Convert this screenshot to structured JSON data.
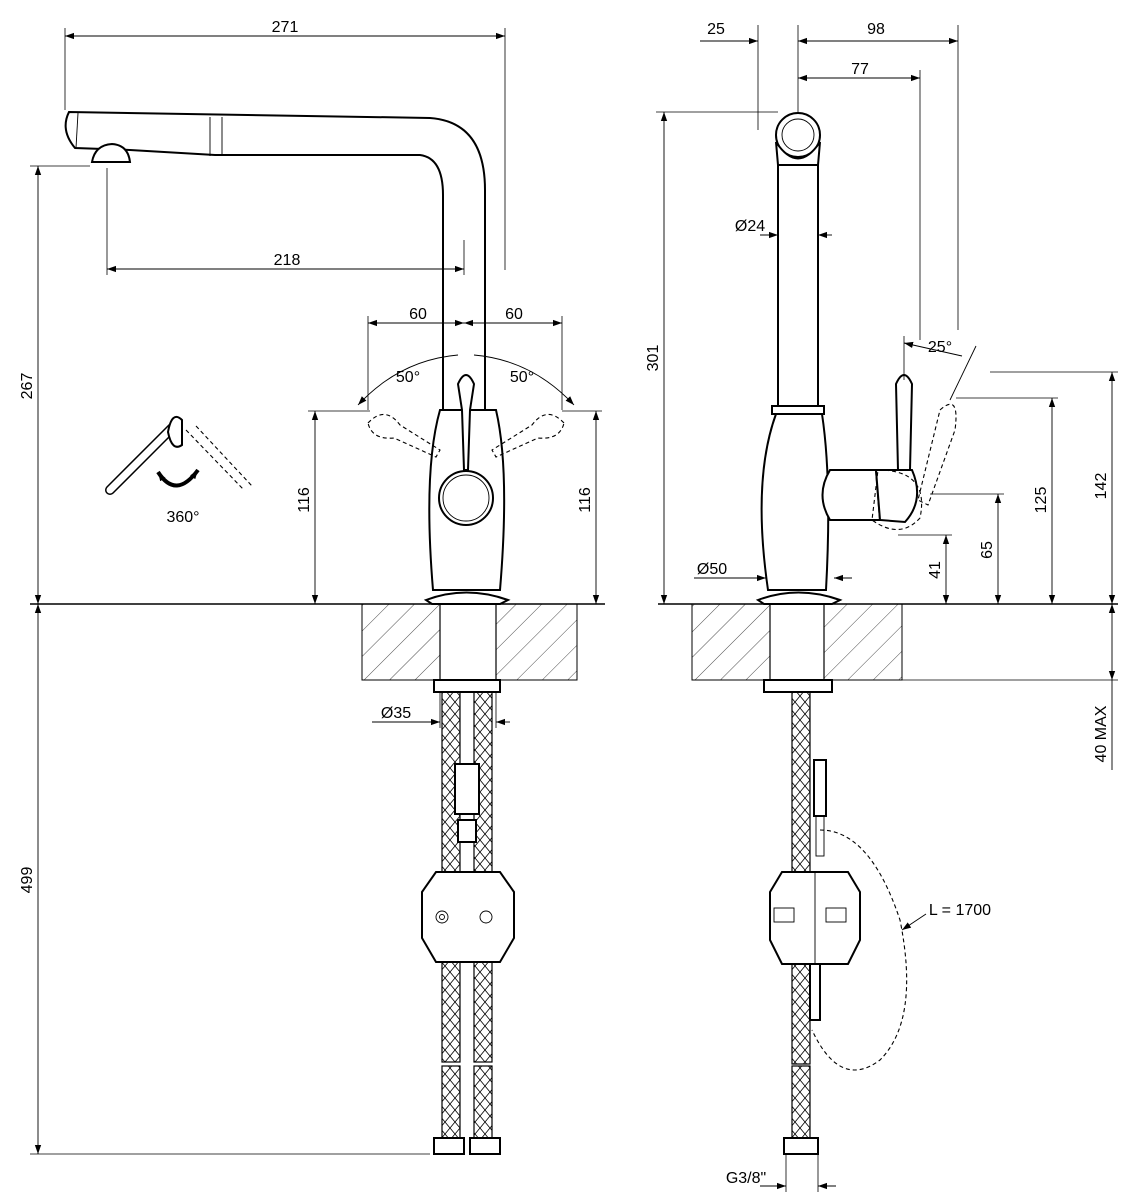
{
  "front_view": {
    "dim_total_reach": "271",
    "dim_spout_reach": "218",
    "dim_handle_left": "60",
    "dim_handle_right": "60",
    "angle_left": "50°",
    "angle_right": "50°",
    "dim_spout_height": "267",
    "dim_handle_height_left": "116",
    "dim_handle_height_right": "116",
    "dim_hose_length": "499",
    "dim_shank_dia": "Ø35",
    "rotation_label": "360°"
  },
  "side_view": {
    "dim_offset": "25",
    "dim_depth": "98",
    "dim_handle_depth": "77",
    "dim_total_height": "301",
    "dim_spout_dia": "Ø24",
    "angle_lever": "25°",
    "dim_h142": "142",
    "dim_h125": "125",
    "dim_h65": "65",
    "dim_h41": "41",
    "dim_base_dia": "Ø50",
    "dim_deck_thickness": "40 MAX",
    "hose_length": "L = 1700",
    "connection": "G3/8\""
  }
}
